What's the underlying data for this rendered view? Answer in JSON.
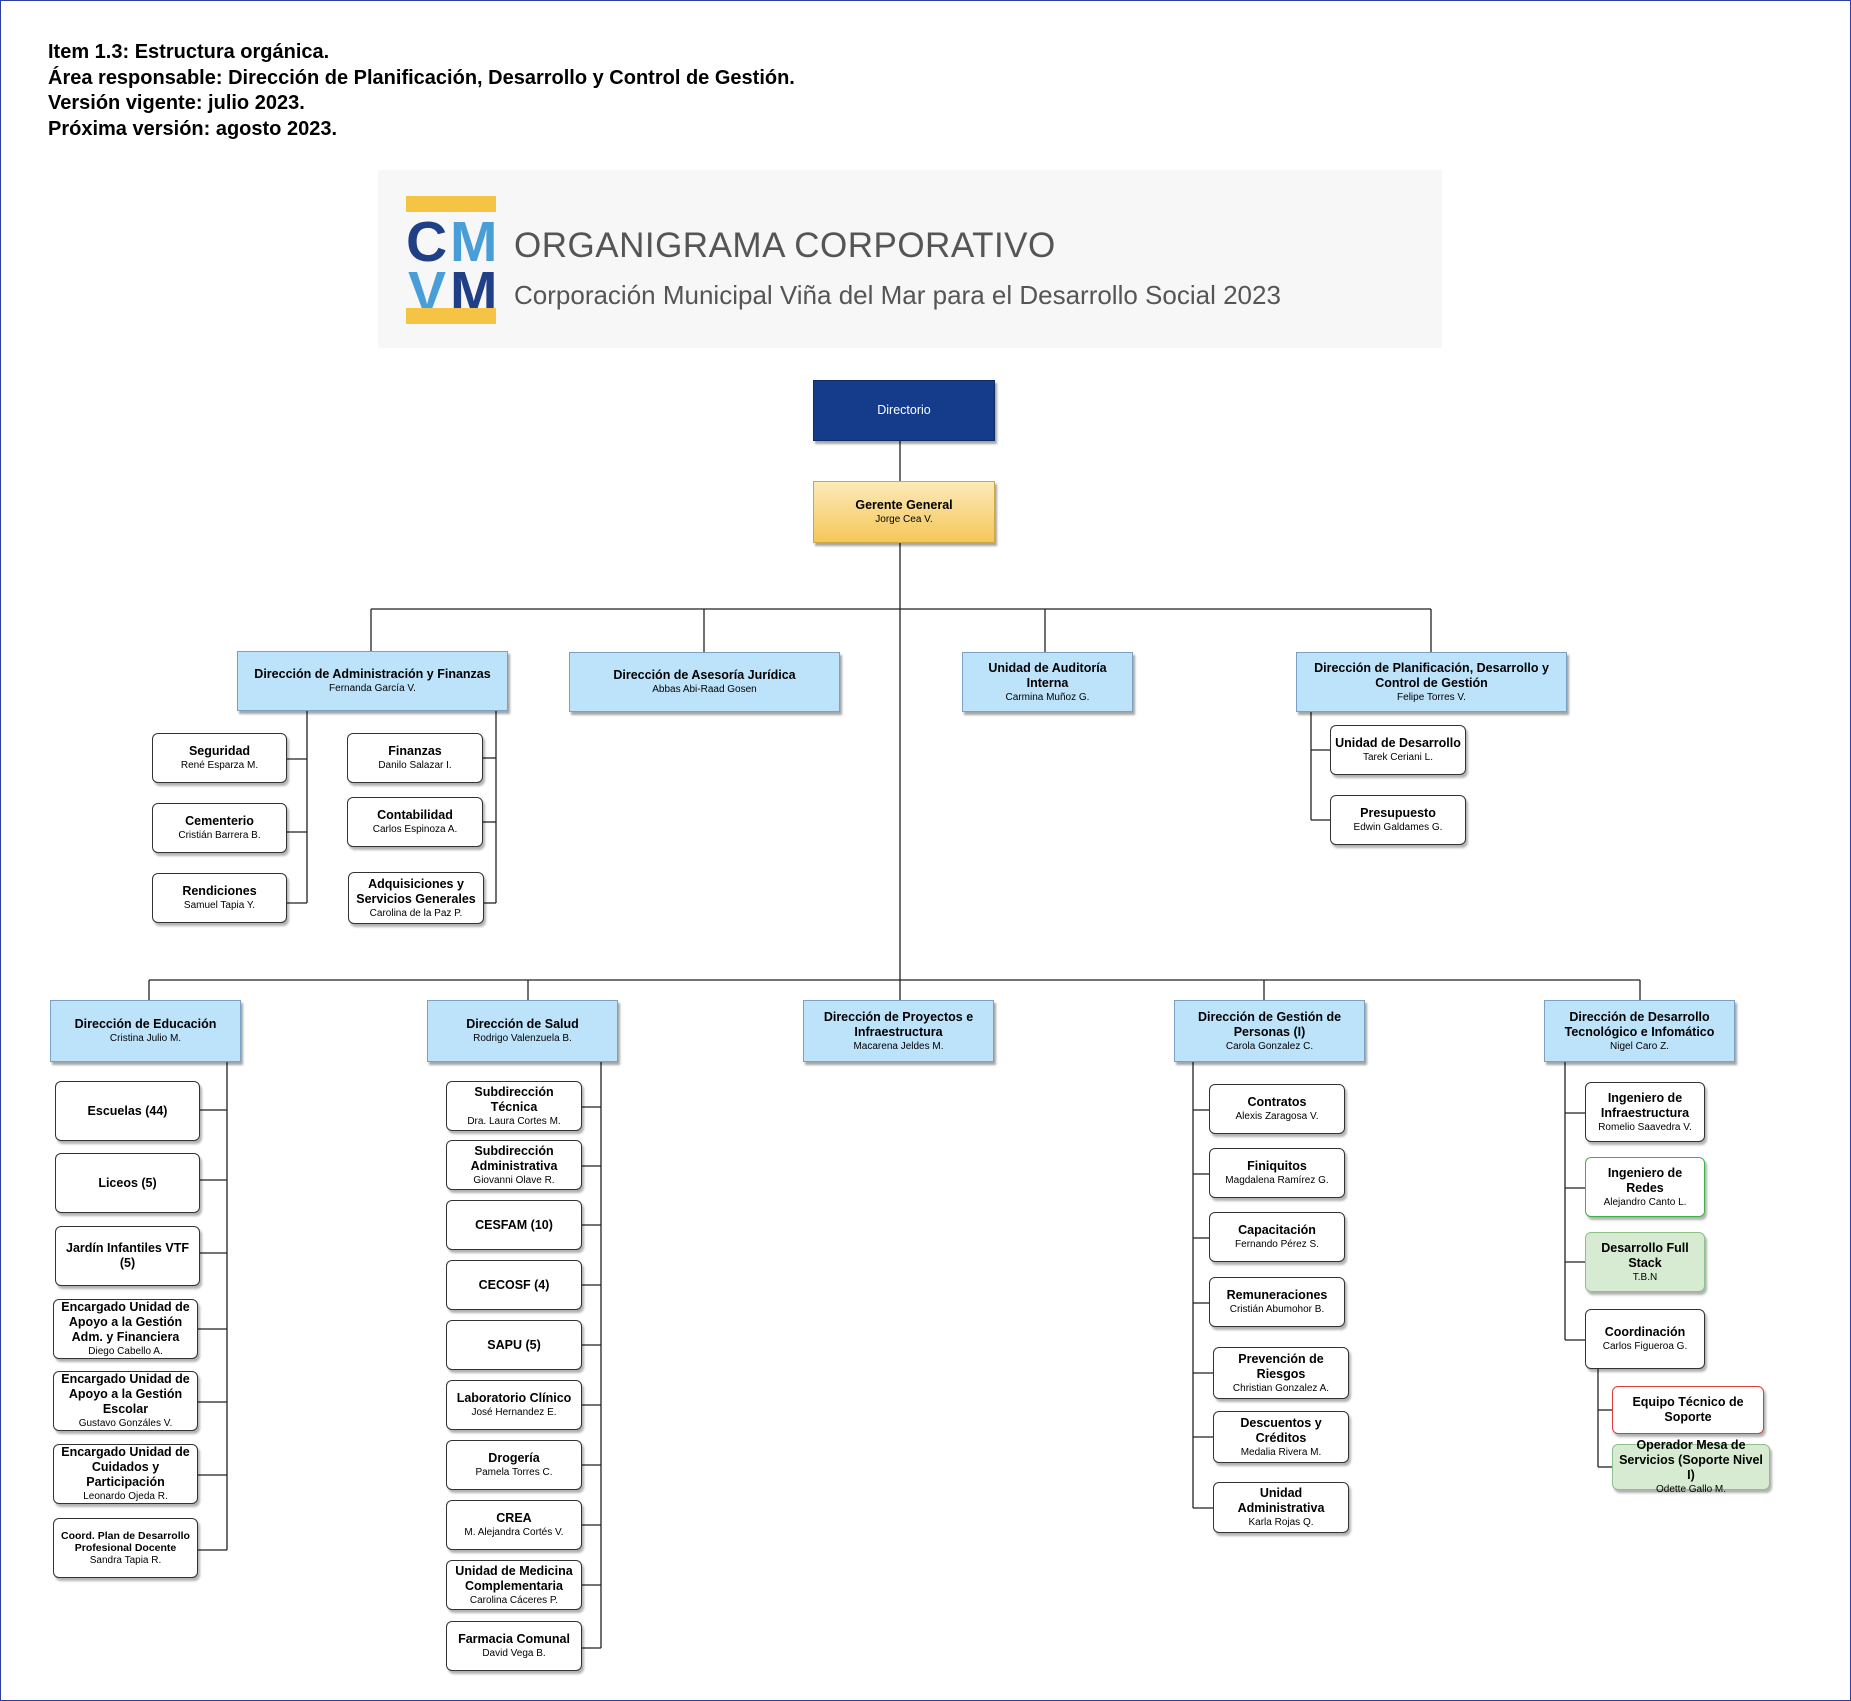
{
  "meta": {
    "item": "Item 1.3: Estructura orgánica.",
    "area": "Área responsable: Dirección de Planificación, Desarrollo y Control de Gestión.",
    "version": "Versión vigente: julio 2023.",
    "next": "Próxima versión: agosto 2023."
  },
  "banner": {
    "logo_letters": [
      "C",
      "M",
      "V",
      "M"
    ],
    "title": "ORGANIGRAMA CORPORATIVO",
    "subtitle": "Corporación Municipal Viña del Mar para el Desarrollo Social 2023"
  },
  "colors": {
    "navy": "#143c8a",
    "gold": "#f5c757",
    "light_blue": "#bde3fb",
    "green_border": "#3db24a",
    "green_fill": "#d6ebd1",
    "red_border": "#e03a3a",
    "logo_dark": "#1f3f86",
    "logo_light": "#4a9ed8",
    "logo_yellow": "#f5c445"
  },
  "nodes": {
    "directorio": {
      "title": "Directorio",
      "name": ""
    },
    "gerente": {
      "title": "Gerente General",
      "name": "Jorge Cea V."
    },
    "dir_admin": {
      "title": "Dirección de Administración y Finanzas",
      "name": "Fernanda García V."
    },
    "dir_juridica": {
      "title": "Dirección de Asesoría Jurídica",
      "name": "Abbas Abi-Raad Gosen"
    },
    "aud_interna": {
      "title": "Unidad de Auditoría Interna",
      "name": "Carmina Muñoz G."
    },
    "dir_planif": {
      "title": "Dirección de Planificación, Desarrollo y Control de Gestión",
      "name": "Felipe Torres V."
    },
    "seguridad": {
      "title": "Seguridad",
      "name": "René Esparza M."
    },
    "cementerio": {
      "title": "Cementerio",
      "name": "Cristián Barrera B."
    },
    "rendiciones": {
      "title": "Rendiciones",
      "name": "Samuel Tapia Y."
    },
    "finanzas": {
      "title": "Finanzas",
      "name": "Danilo Salazar I."
    },
    "contabilidad": {
      "title": "Contabilidad",
      "name": "Carlos Espinoza A."
    },
    "adquisiciones": {
      "title": "Adquisiciones y Servicios Generales",
      "name": "Carolina de la Paz P."
    },
    "unidad_desarrollo": {
      "title": "Unidad de Desarrollo",
      "name": "Tarek Ceriani L."
    },
    "presupuesto": {
      "title": "Presupuesto",
      "name": "Edwin Galdames G."
    },
    "dir_educacion": {
      "title": "Dirección de Educación",
      "name": "Cristina Julio M."
    },
    "dir_salud": {
      "title": "Dirección de Salud",
      "name": "Rodrigo Valenzuela B."
    },
    "dir_proyectos": {
      "title": "Dirección de Proyectos e Infraestructura",
      "name": "Macarena Jeldes M."
    },
    "dir_personas": {
      "title": "Dirección de Gestión de Personas (I)",
      "name": "Carola Gonzalez C."
    },
    "dir_tecno": {
      "title": "Dirección de Desarrollo Tecnológico e Infomático",
      "name": "Nigel Caro Z."
    },
    "escuelas": {
      "title": "Escuelas (44)",
      "name": ""
    },
    "liceos": {
      "title": "Liceos (5)",
      "name": ""
    },
    "jardin": {
      "title": "Jardín Infantiles VTF (5)",
      "name": ""
    },
    "enc_adm": {
      "title": "Encargado Unidad de Apoyo a la Gestión Adm. y Financiera",
      "name": "Diego Cabello A."
    },
    "enc_escolar": {
      "title": "Encargado Unidad de Apoyo a la Gestión Escolar",
      "name": "Gustavo Gonzáles V."
    },
    "enc_cuidados": {
      "title": "Encargado Unidad de Cuidados y Participación",
      "name": "Leonardo Ojeda R."
    },
    "coord_plan": {
      "title": "Coord. Plan de Desarrollo Profesional Docente",
      "name": "Sandra Tapia R."
    },
    "sub_tecnica": {
      "title": "Subdirección Técnica",
      "name": "Dra. Laura Cortes M."
    },
    "sub_admin": {
      "title": "Subdirección Administrativa",
      "name": "Giovanni Olave R."
    },
    "cesfam": {
      "title": "CESFAM (10)",
      "name": ""
    },
    "cecosf": {
      "title": "CECOSF (4)",
      "name": ""
    },
    "sapu": {
      "title": "SAPU (5)",
      "name": ""
    },
    "laboratorio": {
      "title": "Laboratorio Clínico",
      "name": "José Hernandez E."
    },
    "drogeria": {
      "title": "Drogería",
      "name": "Pamela Torres C."
    },
    "crea": {
      "title": "CREA",
      "name": "M. Alejandra Cortés V."
    },
    "medicina": {
      "title": "Unidad de Medicina Complementaria",
      "name": "Carolina Cáceres P."
    },
    "farmacia": {
      "title": "Farmacia Comunal",
      "name": "David Vega B."
    },
    "contratos": {
      "title": "Contratos",
      "name": "Alexis Zaragosa V."
    },
    "finiquitos": {
      "title": "Finiquitos",
      "name": "Magdalena Ramírez G."
    },
    "capacitacion": {
      "title": "Capacitación",
      "name": "Fernando Pérez S."
    },
    "remuneraciones": {
      "title": "Remuneraciones",
      "name": "Cristián Abumohor B."
    },
    "prevencion": {
      "title": "Prevención de Riesgos",
      "name": "Christian Gonzalez A."
    },
    "descuentos": {
      "title": "Descuentos y Créditos",
      "name": "Medalia Rivera M."
    },
    "unidad_adm": {
      "title": "Unidad Administrativa",
      "name": "Karla Rojas Q."
    },
    "ing_infra": {
      "title": "Ingeniero de Infraestructura",
      "name": "Romelio Saavedra V."
    },
    "ing_redes": {
      "title": "Ingeniero de Redes",
      "name": "Alejandro Canto L."
    },
    "full_stack": {
      "title": "Desarrollo Full Stack",
      "name": "T.B.N"
    },
    "coordinacion": {
      "title": "Coordinación",
      "name": "Carlos Figueroa G."
    },
    "equipo_soporte": {
      "title": "Equipo Técnico de Soporte",
      "name": ""
    },
    "operador": {
      "title": "Operador Mesa de Servicios (Soporte Nivel I)",
      "name": "Odette Gallo M."
    }
  }
}
